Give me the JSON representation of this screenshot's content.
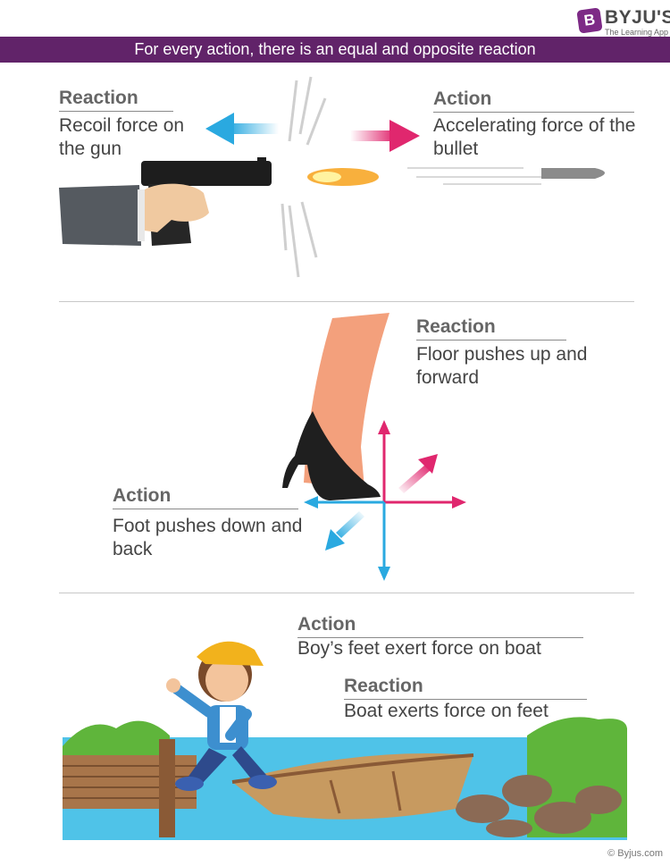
{
  "brand": {
    "name": "BYJU'S",
    "tagline": "The Learning App",
    "mark": "B"
  },
  "header": {
    "title": "For every action, there is an equal and opposite reaction"
  },
  "gun_panel": {
    "reaction_heading": "Reaction",
    "reaction_text": "Recoil force on the gun",
    "action_heading": "Action",
    "action_text": "Accelerating force of the bullet"
  },
  "shoe_panel": {
    "reaction_heading": "Reaction",
    "reaction_text": "Floor pushes up and forward",
    "action_heading": "Action",
    "action_text": "Foot pushes down and back"
  },
  "boat_panel": {
    "action_heading": "Action",
    "action_text": "Boy’s feet exert force on boat",
    "reaction_heading": "Reaction",
    "reaction_text": "Boat exerts force on feet"
  },
  "credit": "© Byjus.com",
  "colors": {
    "banner": "#612369",
    "action_arrow": "#e0276e",
    "reaction_arrow": "#2aa9e0"
  },
  "icons": [
    "gun-illustration",
    "shoe-illustration",
    "boy-on-boat-illustration"
  ]
}
